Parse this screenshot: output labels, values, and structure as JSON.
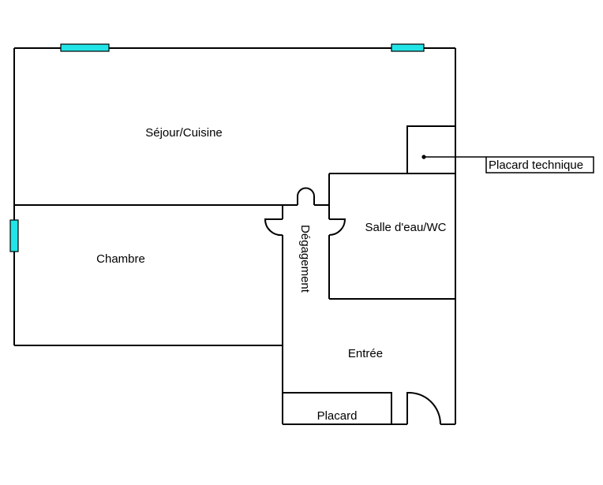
{
  "rooms": {
    "sejour": "Séjour/Cuisine",
    "chambre": "Chambre",
    "degagement": "Dégagement",
    "salle_eau": "Salle d'eau/WC",
    "entree": "Entrée",
    "placard": "Placard"
  },
  "callout": {
    "label": "Placard technique"
  },
  "colors": {
    "walls": "#000000",
    "windows": "#22e4e6",
    "background": "#ffffff"
  }
}
